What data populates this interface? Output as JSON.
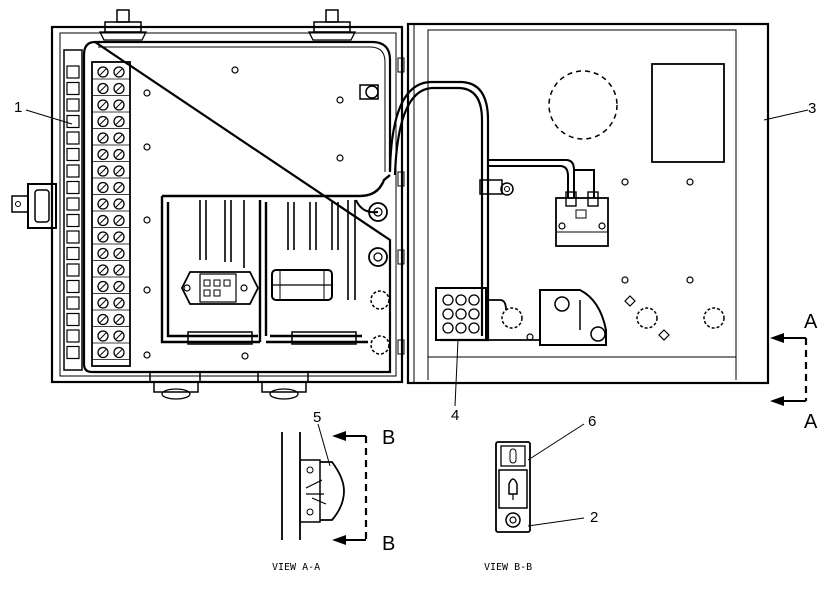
{
  "callouts": {
    "c1": "1",
    "c2": "2",
    "c3": "3",
    "c4": "4",
    "c5": "5",
    "c6": "6"
  },
  "section_marks": {
    "a_top": "A",
    "a_bottom": "A",
    "b_top": "B",
    "b_bottom": "B"
  },
  "view_labels": {
    "view_aa": "VIEW A-A",
    "view_bb": "VIEW B-B"
  },
  "terminal_block": {
    "terminal_count": 18
  }
}
